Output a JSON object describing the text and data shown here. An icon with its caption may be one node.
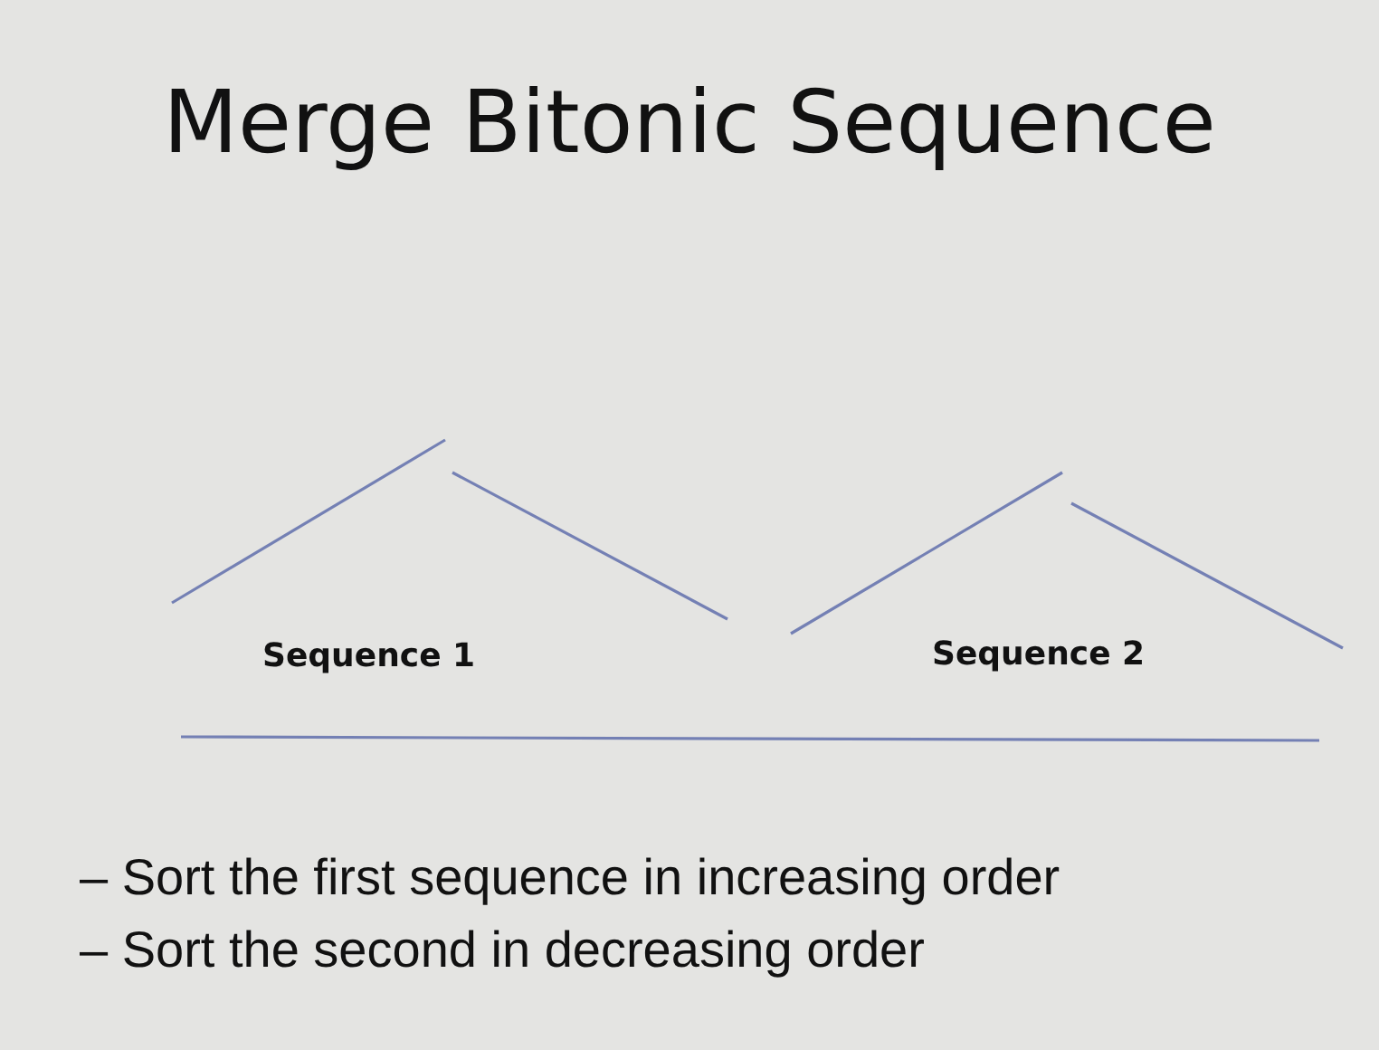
{
  "diagram": {
    "title": "Merge Bitonic Sequence",
    "labels": [
      "Sequence 1",
      "Sequence 2",
      "– Sort the first sequence in increasing order",
      "– Sort the second in decreasing order"
    ]
  }
}
